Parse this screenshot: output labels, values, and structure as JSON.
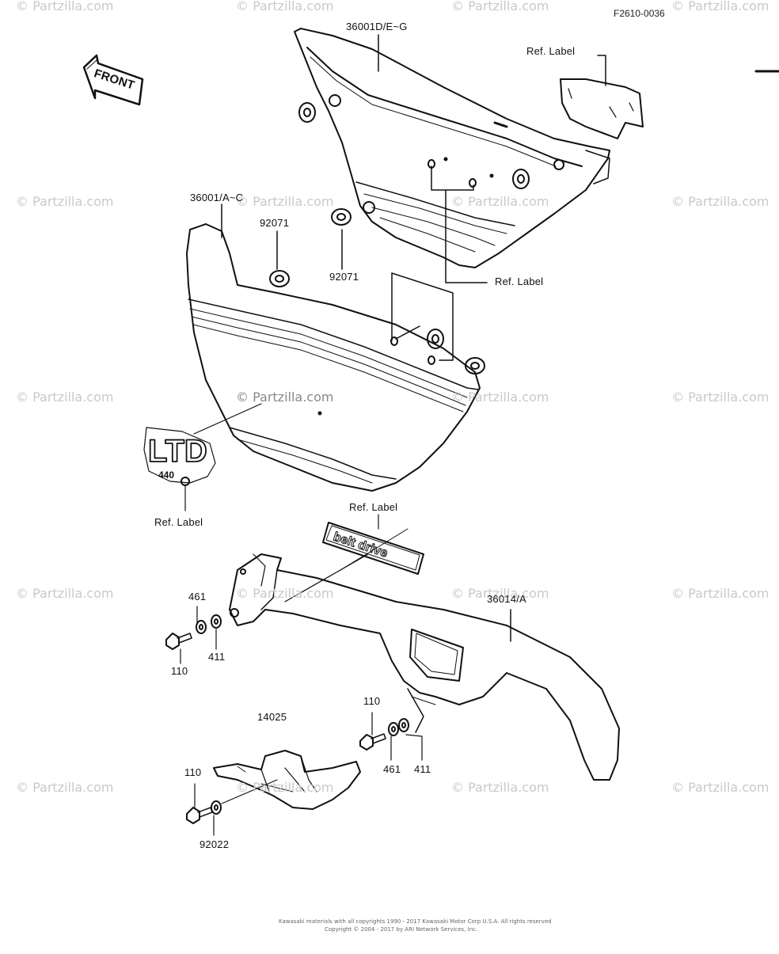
{
  "figure_id": "F2610-0036",
  "front_arrow": "FRONT",
  "watermark": "© Partzilla.com",
  "labels": {
    "p36001DEG": "36001D/E~G",
    "ref_label_top": "Ref. Label",
    "p36001AC": "36001/A~C",
    "p92071_a": "92071",
    "p92071_b": "92071",
    "ref_label_mid": "Ref. Label",
    "ref_label_ltd": "Ref. Label",
    "ref_label_belt": "Ref. Label",
    "p461_a": "461",
    "p411_a": "411",
    "p110_a": "110",
    "p36014A": "36014/A",
    "p14025": "14025",
    "p110_b": "110",
    "p461_b": "461",
    "p411_b": "411",
    "p110_c": "110",
    "p92022": "92022"
  },
  "emblem_ltd": "LTD",
  "emblem_sub": "440",
  "belt_drive_text": "belt drive",
  "copyright_1": "Kawasaki materials with all copyrights 1990 - 2017 Kawasaki Motor Corp U.S.A. All rights reserved",
  "copyright_2": "Copyright © 2004 - 2017 by ARI Network Services, Inc.",
  "colors": {
    "line": "#111111",
    "watermark": "#c9c9c9",
    "background": "#ffffff"
  }
}
